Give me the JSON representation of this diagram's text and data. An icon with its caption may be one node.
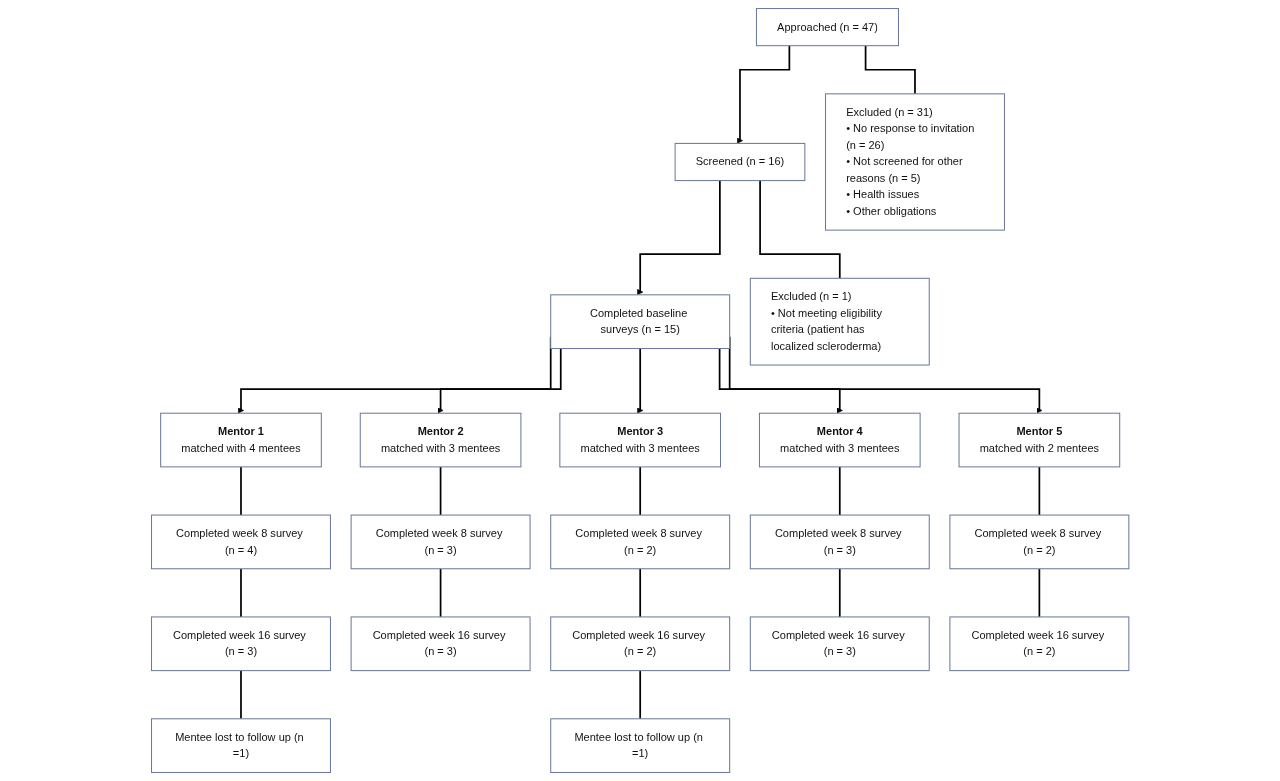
{
  "diagram": {
    "nodes": [
      {
        "text": [
          "Approached (n = 47)"
        ]
      },
      {
        "text": [
          "Excluded (n = 31)",
          "• No response to invitation (n = 26)",
          "• Not screened for other reasons (n = 5)",
          "• Health issues",
          "• Other obligations"
        ]
      },
      {
        "text": [
          "Screened (n = 16)"
        ]
      },
      {
        "text": [
          "Excluded (n = 1)",
          "• Not meeting eligibility criteria (patient has localized scleroderma)"
        ]
      },
      {
        "text": [
          "Completed baseline surveys (n = 15)"
        ]
      },
      {
        "text": [
          "Mentor 1",
          "matched with 4 mentees"
        ]
      },
      {
        "text": [
          "Mentor 2",
          "matched with 3 mentees"
        ]
      },
      {
        "text": [
          "Mentor 3",
          "matched with 3 mentees"
        ]
      },
      {
        "text": [
          "Mentor 4",
          "matched with 3 mentees"
        ]
      },
      {
        "text": [
          "Mentor 5",
          "matched with 2 mentees"
        ]
      },
      {
        "text": [
          "Completed week 8 survey (n = 4)"
        ]
      },
      {
        "text": [
          "Completed week 8 survey (n = 3)"
        ]
      },
      {
        "text": [
          "Completed week 8 survey (n = 2)"
        ]
      },
      {
        "text": [
          "Completed week 8 survey (n = 3)"
        ]
      },
      {
        "text": [
          "Completed week 8 survey (n = 2)"
        ]
      },
      {
        "text": [
          "Completed week 16 survey (n = 3)"
        ]
      },
      {
        "text": [
          "Completed week 16 survey (n = 3)"
        ]
      },
      {
        "text": [
          "Completed week 16 survey (n = 2)"
        ]
      },
      {
        "text": [
          "Completed week 16 survey (n = 3)"
        ]
      },
      {
        "text": [
          "Completed week 16 survey (n = 2)"
        ]
      },
      {
        "text": [
          "Mentee lost to follow up (n =1)"
        ]
      },
      {
        "text": [
          "Mentee lost to follow up (n =1)"
        ]
      }
    ],
    "edges": [
      {
        "from": 0,
        "to": 2,
        "arrow": "to"
      },
      {
        "from": 0,
        "to": 1,
        "arrow": "none"
      },
      {
        "from": 2,
        "to": 4,
        "arrow": "to"
      },
      {
        "from": 2,
        "to": 3,
        "arrow": "none"
      },
      {
        "from": 4,
        "to": 5,
        "arrow": "to"
      },
      {
        "from": 4,
        "to": 6,
        "arrow": "to"
      },
      {
        "from": 4,
        "to": 7,
        "arrow": "to"
      },
      {
        "from": 4,
        "to": 8,
        "arrow": "to"
      },
      {
        "from": 4,
        "to": 9,
        "arrow": "to"
      },
      {
        "from": 5,
        "to": 10,
        "arrow": "none"
      },
      {
        "from": 6,
        "to": 11,
        "arrow": "none"
      },
      {
        "from": 7,
        "to": 12,
        "arrow": "none"
      },
      {
        "from": 8,
        "to": 13,
        "arrow": "none"
      },
      {
        "from": 9,
        "to": 14,
        "arrow": "none"
      },
      {
        "from": 10,
        "to": 15,
        "arrow": "none"
      },
      {
        "from": 11,
        "to": 16,
        "arrow": "none"
      },
      {
        "from": 12,
        "to": 17,
        "arrow": "none"
      },
      {
        "from": 13,
        "to": 18,
        "arrow": "none"
      },
      {
        "from": 14,
        "to": 19,
        "arrow": "none"
      },
      {
        "from": 15,
        "to": 20,
        "arrow": "none"
      },
      {
        "from": 17,
        "to": 21,
        "arrow": "none"
      }
    ]
  }
}
